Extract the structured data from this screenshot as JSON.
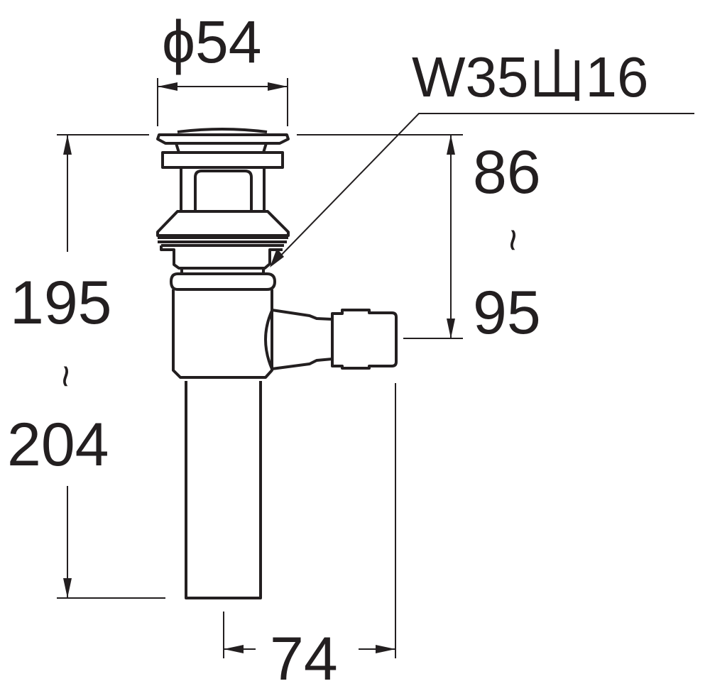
{
  "dimensions": {
    "diameter": "ϕ54",
    "thread": "W35山16",
    "branch_height_min": "86",
    "branch_height_max": "95",
    "total_height_min": "195",
    "total_height_max": "204",
    "branch_offset": "74",
    "range_symbol": "~"
  }
}
